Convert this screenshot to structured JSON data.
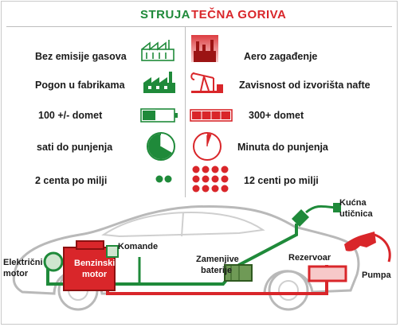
{
  "header": {
    "electric": "STRUJA",
    "fuel": "TEČNA GORIVA"
  },
  "rows": [
    {
      "left": "Bez emisije gasova",
      "right": "Aero zagađenje"
    },
    {
      "left": "Pogon u fabrikama",
      "right": "Zavisnost od izvorišta nafte"
    },
    {
      "left": "100 +/- domet",
      "right": "300+ domet"
    },
    {
      "left": "sati do punjenja",
      "right": "Minuta do punjenja"
    },
    {
      "left": "2 centa po milji",
      "right": "12 centi po milji"
    }
  ],
  "car": {
    "electric_motor_1": "Električni",
    "electric_motor_2": "motor",
    "controls": "Komande",
    "gas_engine_1": "Benzinski",
    "gas_engine_2": "motor",
    "batteries_1": "Zamenjive",
    "batteries_2": "baterije",
    "tank": "Rezervoar",
    "outlet_1": "Kućna",
    "outlet_2": "utičnica",
    "pump": "Pumpa"
  },
  "colors": {
    "green": "#1f8a3a",
    "red": "#d9262a",
    "light_green": "#cfe6cf",
    "light_red": "#f7c9c9"
  }
}
